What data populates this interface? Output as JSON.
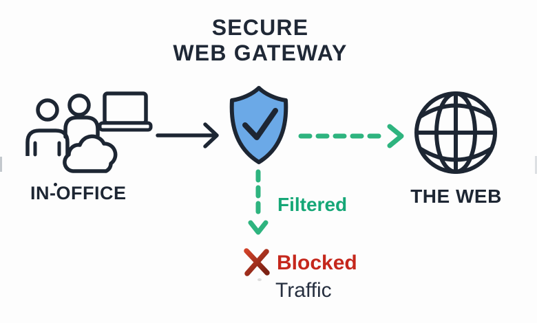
{
  "title": {
    "line1": "SECURE",
    "line2": "WEB GATEWAY"
  },
  "office": {
    "label": "IN-OFFICE",
    "icon": "office-users-laptop-cloud-icon"
  },
  "gateway": {
    "icon": "shield-check-icon"
  },
  "web": {
    "label": "THE WEB",
    "icon": "globe-icon"
  },
  "flows": {
    "office_to_gateway": {
      "style": "solid-arrow"
    },
    "gateway_to_web": {
      "style": "green-dashed-arrow"
    },
    "filtered": {
      "label": "Filtered"
    },
    "blocked": {
      "label": "Blocked",
      "sublabel": "Traffic",
      "icon": "x-mark-icon"
    }
  },
  "colors": {
    "ink": "#1D2633",
    "shield_blue": "#6BA9E7",
    "green_dash": "#2EB47F",
    "green_text": "#16A777",
    "red": "#C5271C",
    "background": "#FDFDFD"
  }
}
